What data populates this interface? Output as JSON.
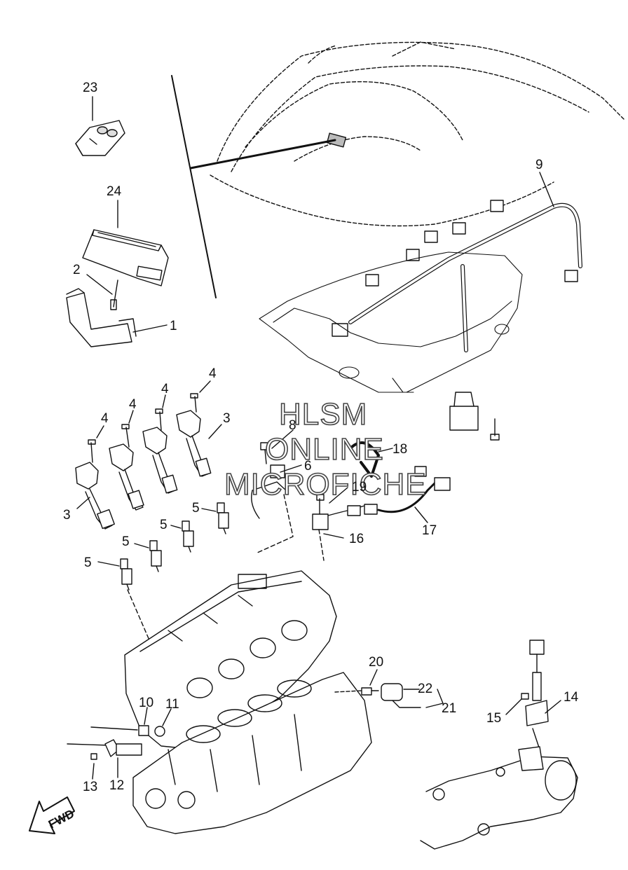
{
  "callouts": {
    "c1": "1",
    "c2": "2",
    "c3a": "3",
    "c3b": "3",
    "c4a": "4",
    "c4b": "4",
    "c4c": "4",
    "c4d": "4",
    "c5a": "5",
    "c5b": "5",
    "c5c": "5",
    "c5d": "5",
    "c6": "6",
    "c8": "8",
    "c9": "9",
    "c10": "10",
    "c11": "11",
    "c12": "12",
    "c13": "13",
    "c14": "14",
    "c15": "15",
    "c16": "16",
    "c17": "17",
    "c18": "18",
    "c19": "19",
    "c20": "20",
    "c21": "21",
    "c22": "22",
    "c23": "23",
    "c24": "24"
  },
  "watermark": {
    "line1": "HLSM",
    "line2": "ONLINE",
    "line3": "MICROFICHE"
  },
  "direction_marker": {
    "text": "FWD"
  }
}
